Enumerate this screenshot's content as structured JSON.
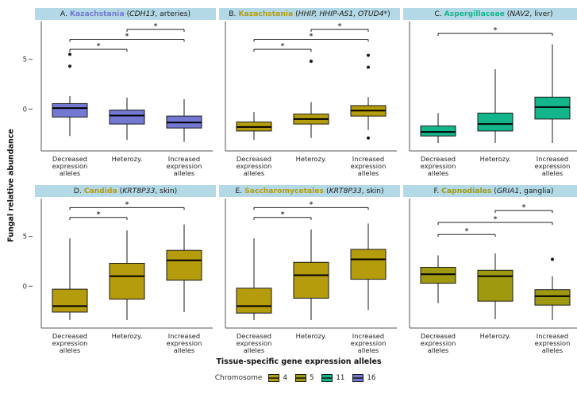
{
  "figure": {
    "ylabel": "Fungal relative abundance",
    "xlabel": "Tissue-specific gene expression alleles",
    "legend": {
      "title": "Chromosome",
      "items": [
        {
          "label": "4",
          "color": "#b49c0d"
        },
        {
          "label": "5",
          "color": "#9e990f"
        },
        {
          "label": "11",
          "color": "#13b58b"
        },
        {
          "label": "16",
          "color": "#7378d3"
        }
      ]
    },
    "panel_title_bg": "#b4d9e6"
  },
  "chart_data": [
    {
      "id": "A",
      "type": "box",
      "title": {
        "prefix": "A. ",
        "taxon": "Kazachstania",
        "taxon_color": "#7378d3",
        "pre_gene": " (",
        "gene": "CDH13",
        "suffix": ", arteries)"
      },
      "box_color": "#7378d3",
      "categories": [
        "Decreased\nexpression\nalleles",
        "Heterozy.",
        "Increased\nexpression\nalleles"
      ],
      "ylim": [
        -4.2,
        8.8
      ],
      "yticks": [
        0,
        5
      ],
      "boxes": [
        {
          "low": -2.7,
          "q1": -0.8,
          "med": 0.1,
          "q3": 0.55,
          "high": 1.3,
          "outliers": [
            5.5,
            4.3
          ]
        },
        {
          "low": -3.1,
          "q1": -1.5,
          "med": -0.65,
          "q3": -0.1,
          "high": 1.15,
          "outliers": []
        },
        {
          "low": -3.3,
          "q1": -1.9,
          "med": -1.35,
          "q3": -0.7,
          "high": 1.0,
          "outliers": []
        }
      ],
      "sig": [
        {
          "a": 0,
          "b": 1,
          "y": 6.0,
          "label": "*"
        },
        {
          "a": 0,
          "b": 2,
          "y": 7.0,
          "label": "*"
        },
        {
          "a": 1,
          "b": 2,
          "y": 8.0,
          "label": "*"
        }
      ]
    },
    {
      "id": "B",
      "type": "box",
      "title": {
        "prefix": "B. ",
        "taxon": "Kazachstania",
        "taxon_color": "#b49c0d",
        "pre_gene": " (",
        "gene": "HHIP, HHIP-AS1, OTUD4*",
        "suffix": ")"
      },
      "box_color": "#b49c0d",
      "categories": [
        "Decreased\nexpression\nalleles",
        "Heterozy.",
        "Increased\nexpression\nalleles"
      ],
      "ylim": [
        -4.2,
        8.8
      ],
      "yticks": [
        0,
        5
      ],
      "boxes": [
        {
          "low": -3.1,
          "q1": -2.2,
          "med": -1.8,
          "q3": -1.3,
          "high": -0.3,
          "outliers": []
        },
        {
          "low": -2.9,
          "q1": -1.5,
          "med": -1.0,
          "q3": -0.5,
          "high": 0.7,
          "outliers": [
            4.8
          ]
        },
        {
          "low": -2.1,
          "q1": -0.7,
          "med": -0.15,
          "q3": 0.35,
          "high": 1.2,
          "outliers": [
            5.4,
            4.2,
            -2.9
          ]
        }
      ],
      "sig": [
        {
          "a": 0,
          "b": 1,
          "y": 6.0,
          "label": "*"
        },
        {
          "a": 0,
          "b": 2,
          "y": 7.0,
          "label": "*"
        },
        {
          "a": 1,
          "b": 2,
          "y": 8.0,
          "label": "*"
        }
      ]
    },
    {
      "id": "C",
      "type": "box",
      "title": {
        "prefix": "C. ",
        "taxon": "Aspergillaceae",
        "taxon_color": "#13b58b",
        "pre_gene": " (",
        "gene": "NAV2",
        "suffix": ", liver)"
      },
      "box_color": "#13b58b",
      "categories": [
        "Decreased\nexpression\nalleles",
        "Heterozy.",
        "Increased\nexpression\nalleles"
      ],
      "ylim": [
        -4.2,
        8.8
      ],
      "yticks": [
        0,
        5
      ],
      "boxes": [
        {
          "low": -3.4,
          "q1": -2.7,
          "med": -2.3,
          "q3": -1.7,
          "high": -0.4,
          "outliers": []
        },
        {
          "low": -3.4,
          "q1": -2.2,
          "med": -1.5,
          "q3": -0.4,
          "high": 4.0,
          "outliers": []
        },
        {
          "low": -3.4,
          "q1": -1.0,
          "med": 0.2,
          "q3": 1.2,
          "high": 6.5,
          "outliers": []
        }
      ],
      "sig": [
        {
          "a": 0,
          "b": 2,
          "y": 7.6,
          "label": "*"
        }
      ]
    },
    {
      "id": "D",
      "type": "box",
      "title": {
        "prefix": "D. ",
        "taxon": "Candida",
        "taxon_color": "#b49c0d",
        "pre_gene": " (",
        "gene": "KRT8P33",
        "suffix": ", skin)"
      },
      "box_color": "#b49c0d",
      "categories": [
        "Decreased\nexpression\nalleles",
        "Heterozy.",
        "Increased\nexpression\nalleles"
      ],
      "ylim": [
        -4.2,
        8.8
      ],
      "yticks": [
        0,
        5
      ],
      "boxes": [
        {
          "low": -3.4,
          "q1": -2.6,
          "med": -2.0,
          "q3": -0.3,
          "high": 4.8,
          "outliers": []
        },
        {
          "low": -3.4,
          "q1": -1.3,
          "med": 1.0,
          "q3": 2.3,
          "high": 5.6,
          "outliers": []
        },
        {
          "low": -2.6,
          "q1": 0.6,
          "med": 2.6,
          "q3": 3.6,
          "high": 6.2,
          "outliers": []
        }
      ],
      "sig": [
        {
          "a": 0,
          "b": 1,
          "y": 6.9,
          "label": "*"
        },
        {
          "a": 0,
          "b": 2,
          "y": 7.9,
          "label": "*"
        }
      ]
    },
    {
      "id": "E",
      "type": "box",
      "title": {
        "prefix": "E. ",
        "taxon": "Saccharomycetales",
        "taxon_color": "#b49c0d",
        "pre_gene": " (",
        "gene": "KRT8P33",
        "suffix": ", skin)"
      },
      "box_color": "#b49c0d",
      "categories": [
        "Decreased\nexpression\nalleles",
        "Heterozy.",
        "Increased\nexpression\nalleles"
      ],
      "ylim": [
        -4.2,
        8.8
      ],
      "yticks": [
        0,
        5
      ],
      "boxes": [
        {
          "low": -3.4,
          "q1": -2.7,
          "med": -2.0,
          "q3": -0.2,
          "high": 4.8,
          "outliers": []
        },
        {
          "low": -3.4,
          "q1": -1.2,
          "med": 1.1,
          "q3": 2.4,
          "high": 5.7,
          "outliers": []
        },
        {
          "low": -2.4,
          "q1": 0.7,
          "med": 2.7,
          "q3": 3.7,
          "high": 6.3,
          "outliers": []
        }
      ],
      "sig": [
        {
          "a": 0,
          "b": 1,
          "y": 6.9,
          "label": "*"
        },
        {
          "a": 0,
          "b": 2,
          "y": 7.9,
          "label": "*"
        }
      ]
    },
    {
      "id": "F",
      "type": "box",
      "title": {
        "prefix": "F. ",
        "taxon": "Capnodiales",
        "taxon_color": "#9e990f",
        "pre_gene": " (",
        "gene": "GRIA1",
        "suffix": ", ganglia)"
      },
      "box_color": "#9e990f",
      "categories": [
        "Decreased\nexpression\nalleles",
        "Heterozy.",
        "Increased\nexpression\nalleles"
      ],
      "ylim": [
        -4.2,
        8.8
      ],
      "yticks": [
        0,
        5
      ],
      "boxes": [
        {
          "low": -1.7,
          "q1": 0.3,
          "med": 1.2,
          "q3": 1.9,
          "high": 3.1,
          "outliers": []
        },
        {
          "low": -3.3,
          "q1": -1.5,
          "med": 1.0,
          "q3": 1.6,
          "high": 3.3,
          "outliers": []
        },
        {
          "low": -3.4,
          "q1": -1.9,
          "med": -1.0,
          "q3": -0.35,
          "high": 1.0,
          "outliers": [
            2.7
          ]
        }
      ],
      "sig": [
        {
          "a": 0,
          "b": 1,
          "y": 5.2,
          "label": "*"
        },
        {
          "a": 0,
          "b": 2,
          "y": 6.4,
          "label": "*"
        },
        {
          "a": 1,
          "b": 2,
          "y": 7.6,
          "label": "*"
        }
      ]
    }
  ]
}
